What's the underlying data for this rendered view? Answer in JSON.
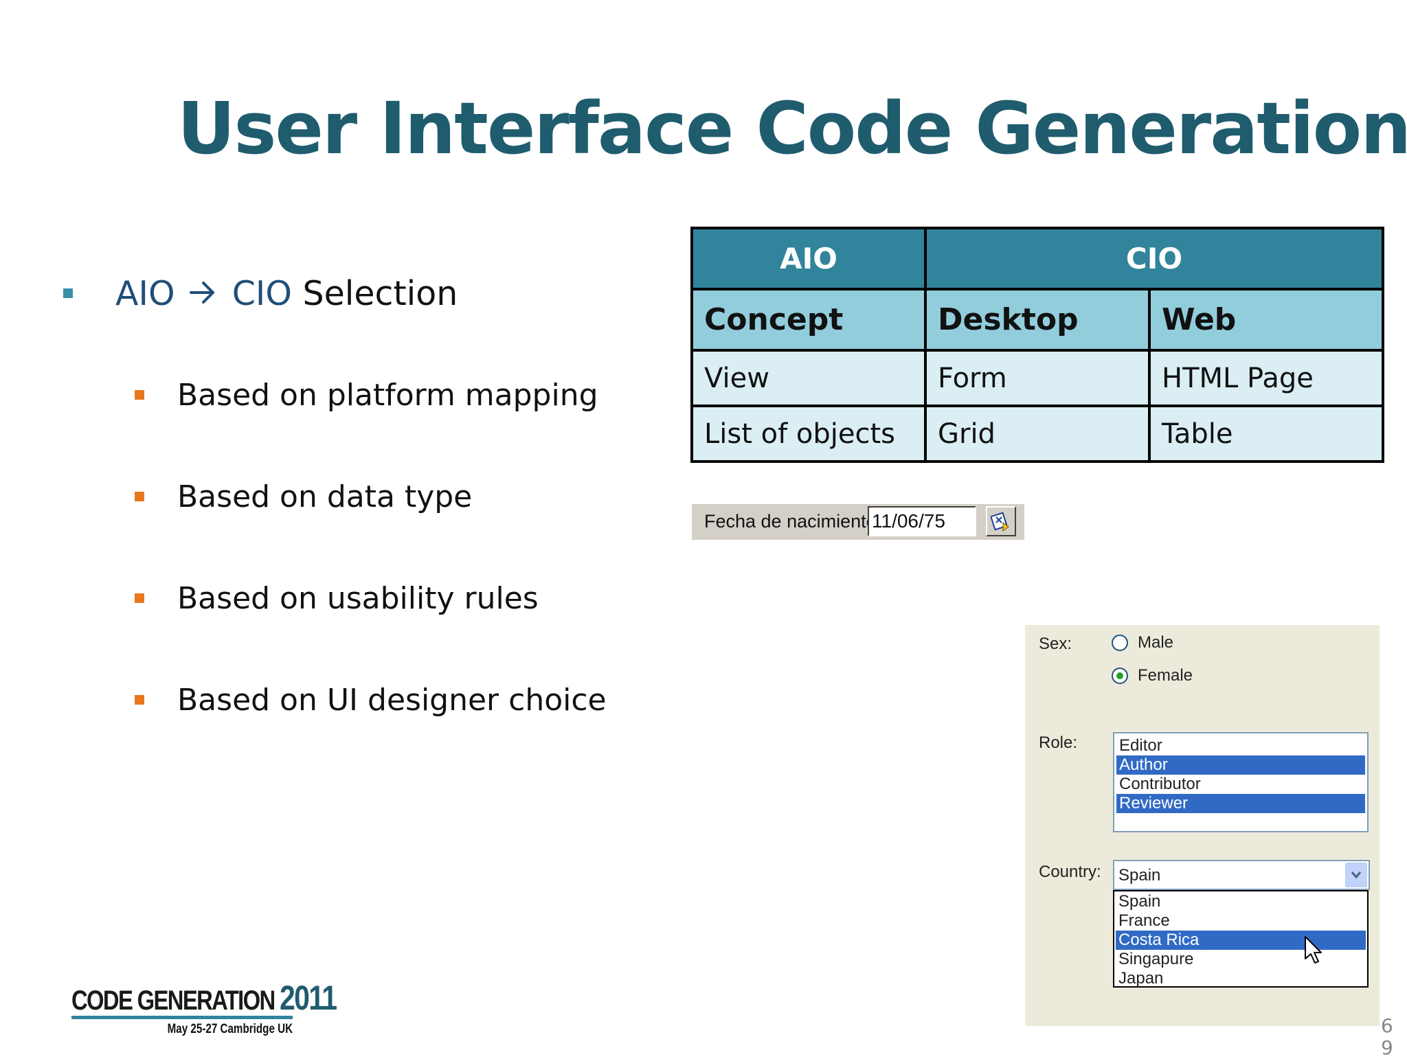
{
  "slide": {
    "title": "User Interface Code Generation",
    "page_number": "69"
  },
  "bullets": {
    "main": {
      "aio": "AIO",
      "cio": "CIO",
      "rest": " Selection"
    },
    "sub": [
      "Based on platform mapping",
      "Based on data type",
      "Based on usability rules",
      "Based on UI designer choice"
    ]
  },
  "table": {
    "header": [
      "AIO",
      "CIO"
    ],
    "columns": [
      "Concept",
      "Desktop",
      "Web"
    ],
    "rows": [
      [
        "View",
        "Form",
        "HTML Page"
      ],
      [
        "List of objects",
        "Grid",
        "Table"
      ]
    ]
  },
  "date_widget": {
    "label": "Fecha de nacimiento",
    "value": "11/06/75"
  },
  "form": {
    "sex_label": "Sex:",
    "sex_options": [
      "Male",
      "Female"
    ],
    "sex_selected": "Female",
    "role_label": "Role:",
    "roles": [
      "Editor",
      "Author",
      "Contributor",
      "Reviewer"
    ],
    "roles_selected": [
      "Author",
      "Reviewer"
    ],
    "country_label": "Country:",
    "country_value": "Spain",
    "countries": [
      "Spain",
      "France",
      "Costa Rica",
      "Singapure",
      "Japan"
    ],
    "country_highlighted": "Costa Rica"
  },
  "logo": {
    "line1": "CODE GENERATION ",
    "year": "2011",
    "line2": "May 25-27 Cambridge UK"
  },
  "colors": {
    "title": "#1f5c6e",
    "table_header": "#31849b",
    "table_subheader": "#92cddc",
    "table_row": "#daeef3",
    "selection": "#316ac5"
  }
}
